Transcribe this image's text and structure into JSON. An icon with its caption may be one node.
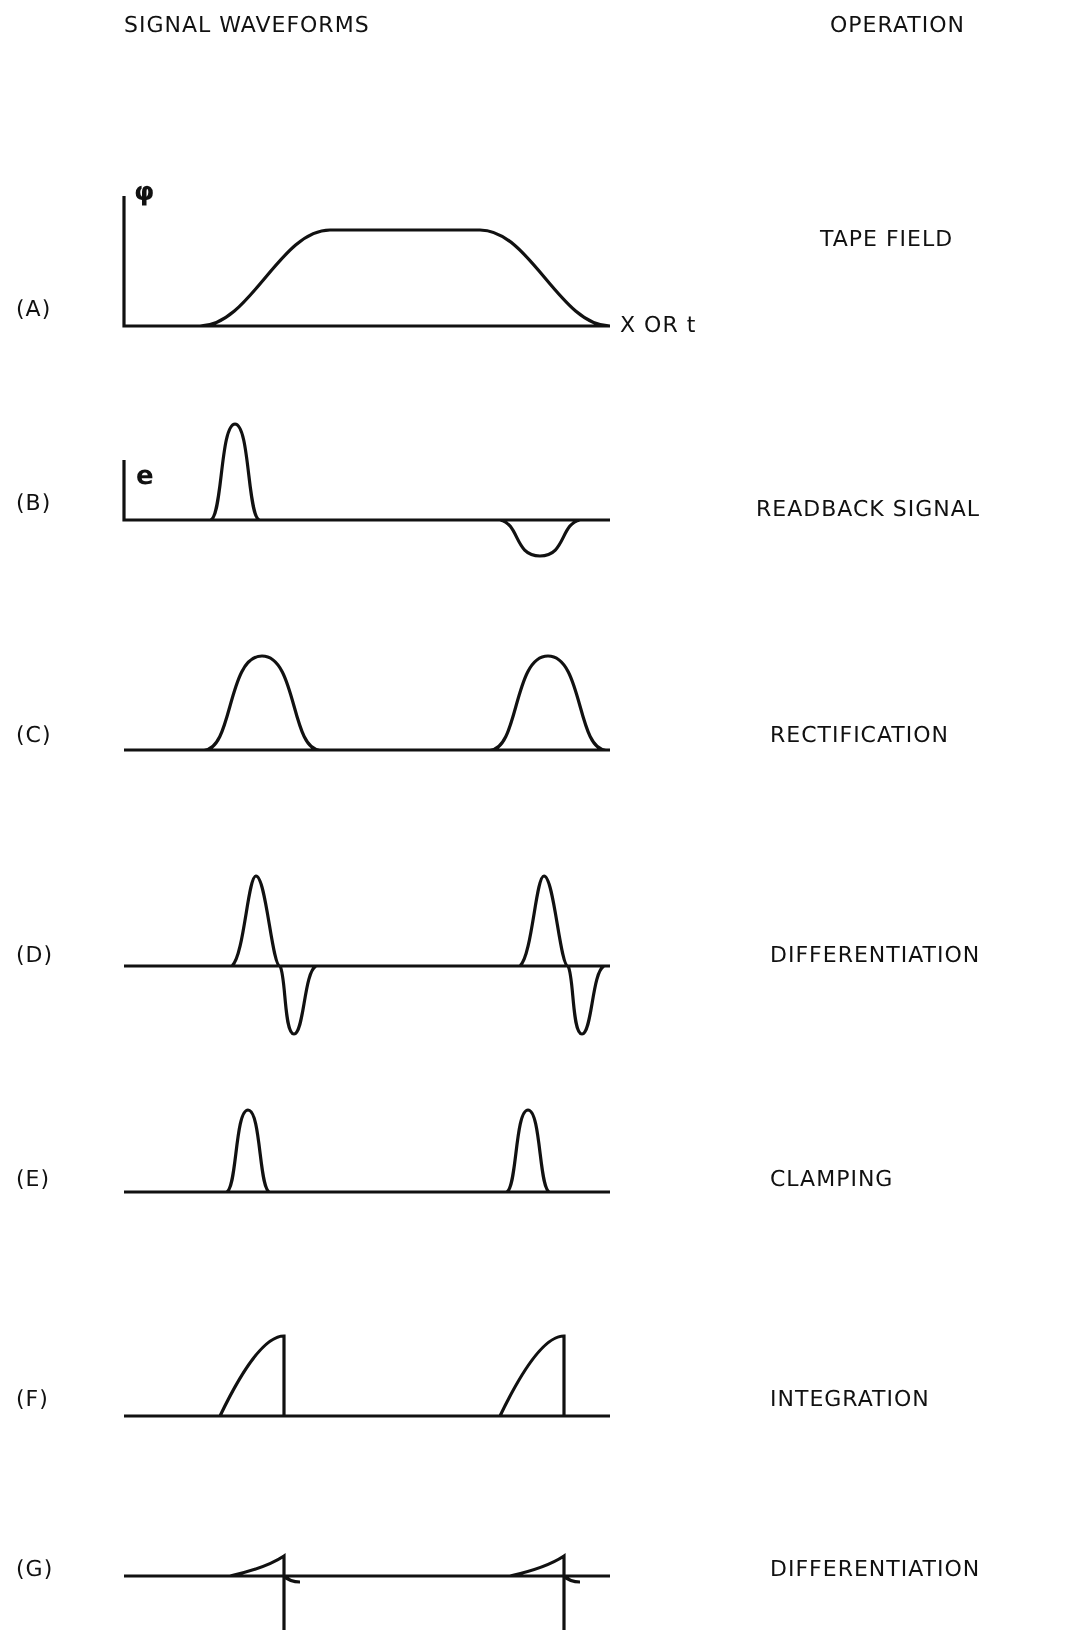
{
  "diagram": {
    "labels": [
      "SIGNAL WAVEFORMS",
      "OPERATION",
      "(A)",
      "φ",
      "X OR t",
      "TAPE FIELD",
      "(B)",
      "e",
      "READBACK SIGNAL",
      "(C)",
      "RECTIFICATION",
      "(D)",
      "DIFFERENTIATION",
      "(E)",
      "CLAMPING",
      "(F)",
      "INTEGRATION",
      "(G)",
      "DIFFERENTIATION"
    ]
  }
}
